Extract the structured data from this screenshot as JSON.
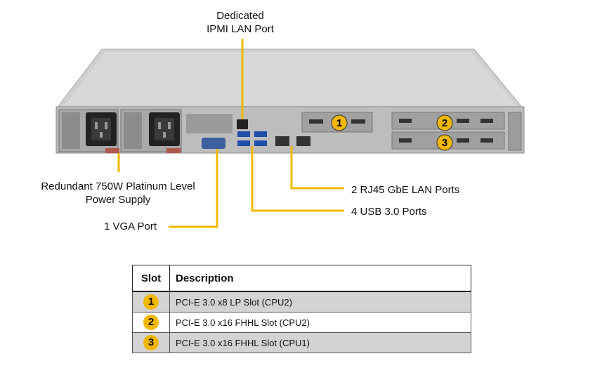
{
  "callouts": {
    "ipmi_line1": "Dedicated",
    "ipmi_line2": "IPMI LAN Port",
    "psu_line1": "Redundant 750W Platinum Level",
    "psu_line2": "Power Supply",
    "vga": "1 VGA Port",
    "lan": "2 RJ45 GbE LAN Ports",
    "usb": "4 USB 3.0 Ports"
  },
  "chassis_badges": [
    "1",
    "2",
    "3"
  ],
  "table": {
    "headers": {
      "slot": "Slot",
      "description": "Description"
    },
    "rows": [
      {
        "slot": "1",
        "description": "PCI-E 3.0 x8 LP Slot (CPU2)"
      },
      {
        "slot": "2",
        "description": "PCI-E 3.0 x16 FHHL Slot (CPU2)"
      },
      {
        "slot": "3",
        "description": "PCI-E 3.0 x16 FHHL Slot (CPU1)"
      }
    ]
  },
  "colors": {
    "callout_line": "#f2b800",
    "badge": "#f2b800",
    "chassis": "#c8c8c8",
    "row_shade": "#d3d3d3"
  }
}
